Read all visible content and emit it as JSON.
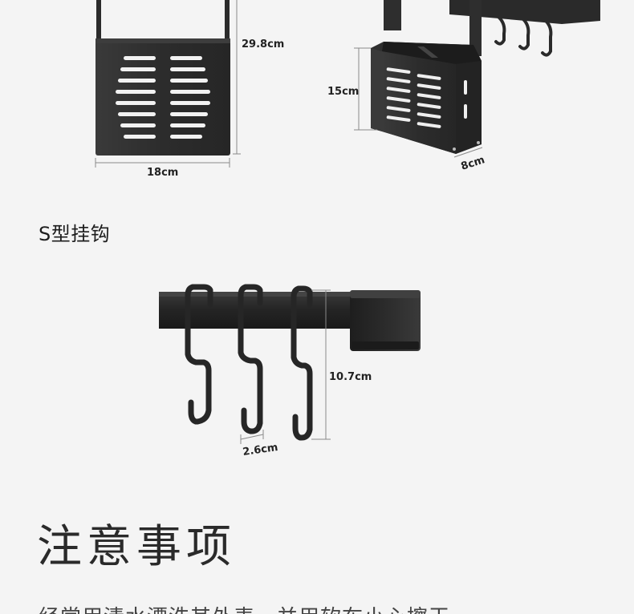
{
  "dimensions": {
    "knife_holder_height": "29.8cm",
    "knife_holder_width": "18cm",
    "box_height": "15cm",
    "box_depth": "8cm",
    "hook_length": "10.7cm",
    "hook_width": "2.6cm"
  },
  "section": {
    "s_hook_title": "S型挂钩"
  },
  "notes": {
    "title": "注意事项",
    "first_line": "经常用清水漂洗其外表，并用软布小心擦干"
  },
  "colors": {
    "background": "#f4f4f4",
    "metal": "#2b2b2b",
    "dimension_line": "#8a8a8a"
  }
}
